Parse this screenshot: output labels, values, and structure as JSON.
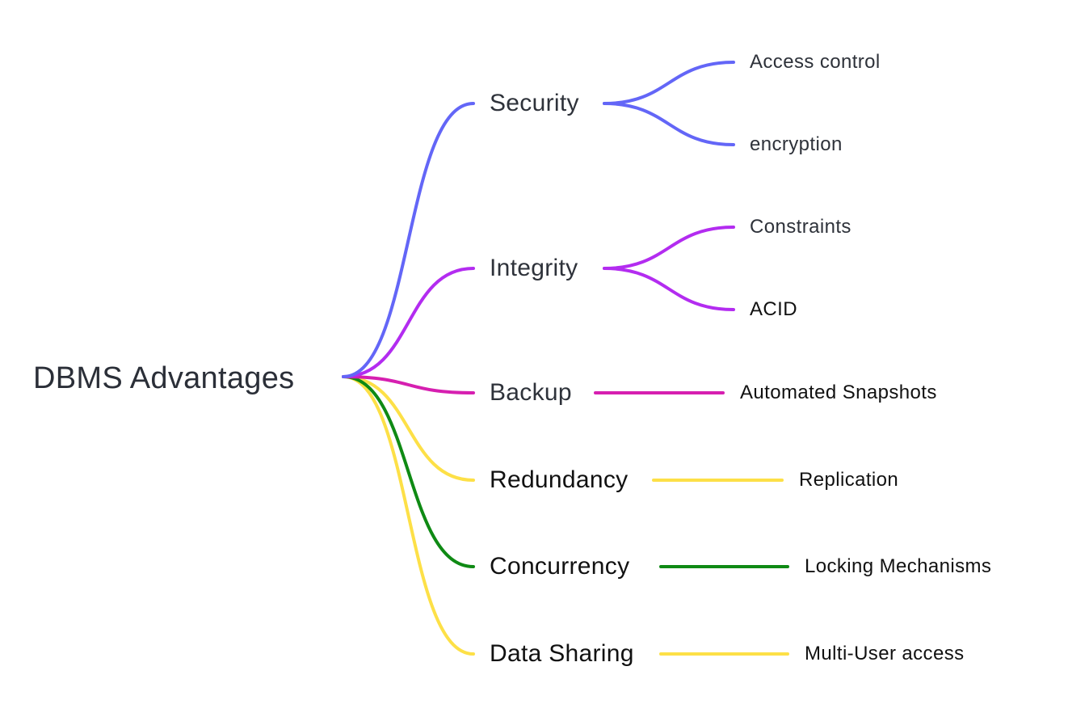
{
  "root": {
    "label": "DBMS Advantages"
  },
  "branches": [
    {
      "key": "security",
      "label": "Security",
      "color": "#6366f7",
      "tone": "gray",
      "children": [
        {
          "key": "access-control",
          "label": "Access control",
          "tone": "gray"
        },
        {
          "key": "encryption",
          "label": "encryption",
          "tone": "gray"
        }
      ]
    },
    {
      "key": "integrity",
      "label": "Integrity",
      "color": "#b32cf0",
      "tone": "gray",
      "children": [
        {
          "key": "constraints",
          "label": "Constraints",
          "tone": "gray"
        },
        {
          "key": "acid",
          "label": "ACID",
          "tone": "black"
        }
      ]
    },
    {
      "key": "backup",
      "label": "Backup",
      "color": "#d61fb0",
      "tone": "gray",
      "children": [
        {
          "key": "automated-snapshots",
          "label": "Automated Snapshots",
          "tone": "black"
        }
      ]
    },
    {
      "key": "redundancy",
      "label": "Redundancy",
      "color": "#fde047",
      "tone": "black",
      "children": [
        {
          "key": "replication",
          "label": "Replication",
          "tone": "black"
        }
      ]
    },
    {
      "key": "concurrency",
      "label": "Concurrency",
      "color": "#0f8a14",
      "tone": "black",
      "children": [
        {
          "key": "locking-mechanisms",
          "label": "Locking Mechanisms",
          "tone": "black"
        }
      ]
    },
    {
      "key": "data-sharing",
      "label": "Data Sharing",
      "color": "#fde047",
      "tone": "black",
      "children": [
        {
          "key": "multi-user-access",
          "label": "Multi-User access",
          "tone": "black"
        }
      ]
    }
  ]
}
